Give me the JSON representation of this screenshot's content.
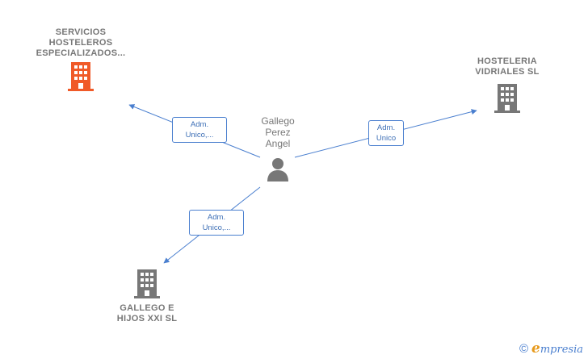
{
  "center": {
    "label": "Gallego\nPerez\nAngel",
    "icon": "person-icon"
  },
  "companies": {
    "servicios": {
      "label": "SERVICIOS\nHOSTELEROS\nESPECIALIZADOS...",
      "icon": "building-icon",
      "color": "#f05a28"
    },
    "hosteleria": {
      "label": "HOSTELERIA\nVIDRIALES SL",
      "icon": "building-icon",
      "color": "#777777"
    },
    "gallego": {
      "label": "GALLEGO E\nHIJOS XXI  SL",
      "icon": "building-icon",
      "color": "#777777"
    }
  },
  "roles": {
    "servicios": "Adm.\nUnico,...",
    "hosteleria": "Adm.\nUnico",
    "gallego": "Adm.\nUnico,..."
  },
  "colors": {
    "edge": "#4a7fcf",
    "person": "#777777"
  },
  "footer": {
    "copyright": "©",
    "brand_initial": "e",
    "brand_rest": "mpresia"
  }
}
